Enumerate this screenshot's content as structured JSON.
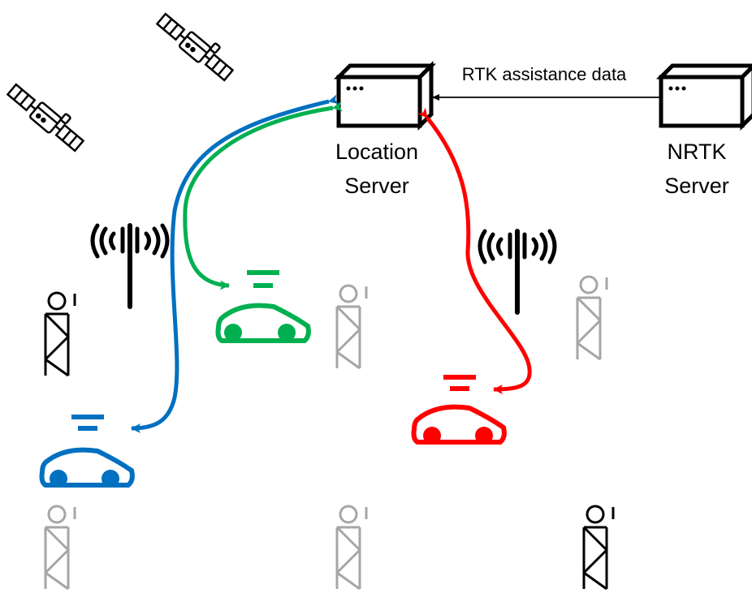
{
  "labels": {
    "location_server_line1": "Location",
    "location_server_line2": "Server",
    "nrtk_server_line1": "NRTK",
    "nrtk_server_line2": "Server",
    "assistance_arrow": "RTK assistance data"
  },
  "colors": {
    "blue": "#0070C0",
    "green": "#00B050",
    "red": "#FF0000",
    "gray": "#A6A6A6",
    "black": "#000000"
  },
  "icons": {
    "server": "server-icon",
    "satellite": "satellite-icon",
    "cell_tower": "cell-tower-icon",
    "reference_station": "reference-station-icon",
    "car": "car-icon"
  }
}
